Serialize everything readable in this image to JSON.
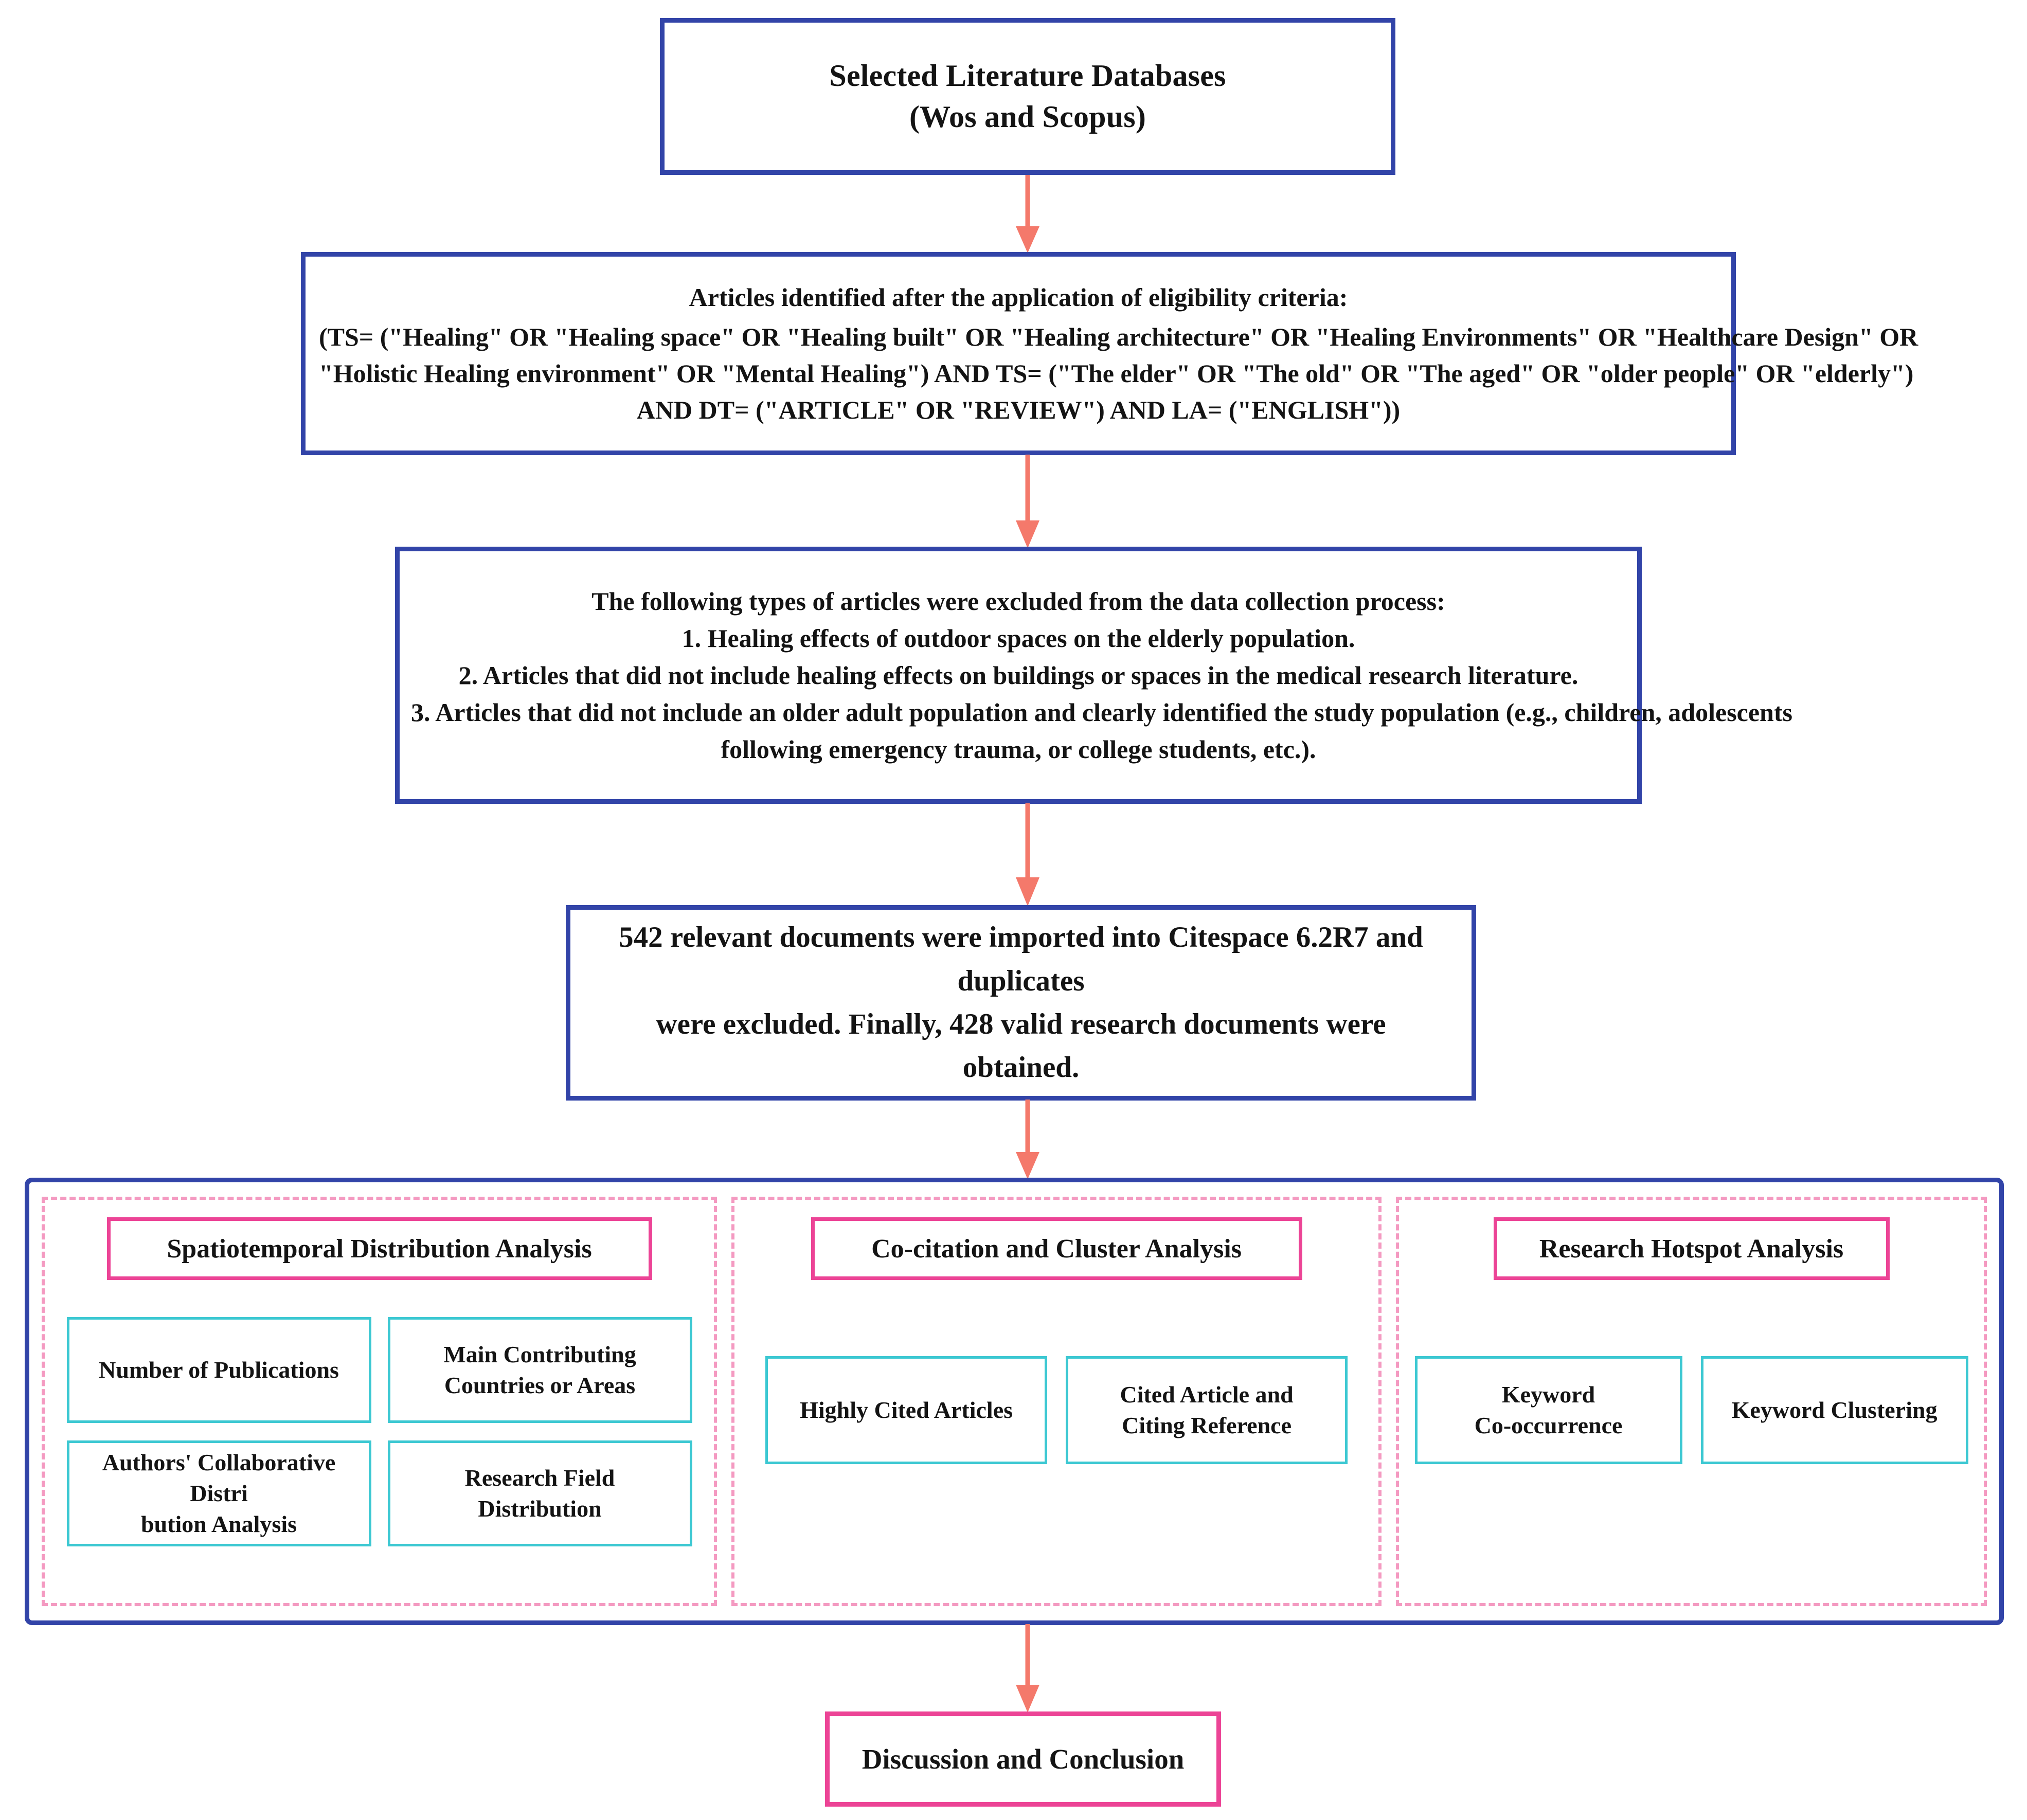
{
  "figure": {
    "type": "flowchart",
    "title": "Research workflow flowchart"
  },
  "colors": {
    "box_blue": "#3244a8",
    "panel_pink_dashed": "#f49ac1",
    "title_pink": "#ec4496",
    "subbox_teal": "#3cc8d2",
    "arrow_salmon": "#f4796b",
    "text_black": "#141414",
    "background": "#ffffff"
  },
  "databases_box": {
    "line1": "Selected Literature Databases",
    "line2": "(Wos and Scopus)"
  },
  "eligibility_box": {
    "headline": "Articles identified after the application of eligibility criteria:",
    "query_line1": "(TS= (\"Healing\" OR \"Healing space\" OR \"Healing built\" OR \"Healing architecture\" OR \"Healing Environments\" OR \"Healthcare Design\" OR",
    "query_line2": "\"Holistic Healing environment\" OR \"Mental Healing\") AND TS= (\"The elder\" OR \"The old\" OR \"The aged\" OR \"older people\" OR \"elderly\")",
    "query_line3": "AND DT= (\"ARTICLE\" OR \"REVIEW\") AND LA= (\"ENGLISH\"))"
  },
  "exclusions_box": {
    "headline": "The following types of articles were excluded from the data collection process:",
    "item1": "1. Healing effects of outdoor spaces on the elderly population.",
    "item2": "2. Articles that did not include healing effects on buildings or spaces in the medical research literature.",
    "item3_line1": "3. Articles that did not include an older adult population and clearly identified the study population (e.g., children, adolescents",
    "item3_line2": "following emergency trauma, or college students, etc.)."
  },
  "imported_box": {
    "line1": "542 relevant documents were imported into Citespace 6.2R7 and duplicates",
    "line2": "were excluded. Finally, 428 valid research documents were obtained.",
    "imported_count": "542",
    "tool": "Citespace 6.2R7",
    "valid_count": "428"
  },
  "analysis_panels": [
    {
      "id": "spatiotemporal",
      "title": "Spatiotemporal Distribution Analysis",
      "subboxes": [
        {
          "line1": "Number of Publications",
          "line2": ""
        },
        {
          "line1": "Main Contributing",
          "line2": "Countries or Areas"
        },
        {
          "line1": "Authors' Collaborative Distri",
          "line2": "bution Analysis"
        },
        {
          "line1": "Research Field",
          "line2": "Distribution"
        }
      ]
    },
    {
      "id": "cocitation",
      "title": "Co-citation and Cluster Analysis",
      "subboxes": [
        {
          "line1": "Highly Cited Articles",
          "line2": ""
        },
        {
          "line1": "Cited Article and",
          "line2": "Citing Reference"
        }
      ]
    },
    {
      "id": "hotspot",
      "title": "Research Hotspot Analysis",
      "subboxes": [
        {
          "line1": "Keyword",
          "line2": "Co-occurrence"
        },
        {
          "line1": "Keyword Clustering",
          "line2": ""
        }
      ]
    }
  ],
  "conclusion_box": {
    "label": "Discussion and Conclusion"
  },
  "arrows": [
    {
      "id": "arrow-1",
      "from": "databases_box",
      "to": "eligibility_box",
      "direction": "down"
    },
    {
      "id": "arrow-2",
      "from": "eligibility_box",
      "to": "exclusions_box",
      "direction": "down"
    },
    {
      "id": "arrow-3",
      "from": "exclusions_box",
      "to": "imported_box",
      "direction": "down"
    },
    {
      "id": "arrow-4",
      "from": "imported_box",
      "to": "analysis_container",
      "direction": "down"
    },
    {
      "id": "arrow-5",
      "from": "analysis_container",
      "to": "conclusion_box",
      "direction": "down"
    }
  ]
}
